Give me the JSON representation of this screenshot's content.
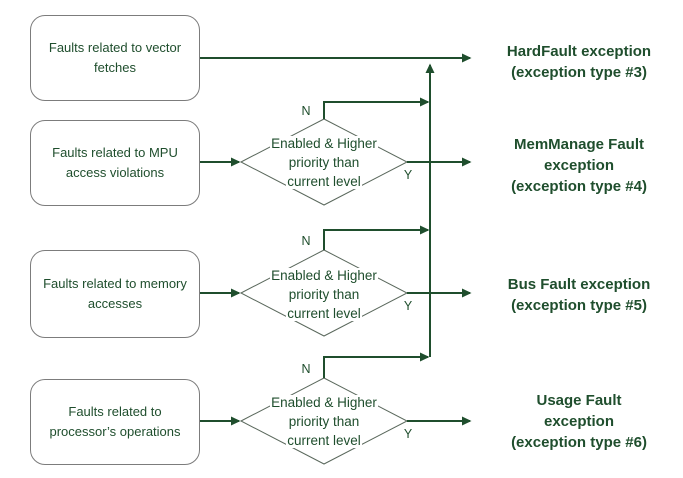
{
  "colors": {
    "diagram_green": "#1f4e2d",
    "box_border_gray": "#7c7c7c",
    "diamond_border_gray": "#5a685c",
    "background": "#ffffff"
  },
  "sources": [
    {
      "lines": [
        "Faults related to vector",
        "fetches"
      ]
    },
    {
      "lines": [
        "Faults related to MPU",
        "access violations"
      ]
    },
    {
      "lines": [
        "Faults related to memory",
        "accesses"
      ]
    },
    {
      "lines": [
        "Faults related to",
        "processor’s operations"
      ]
    }
  ],
  "decisions": [
    {
      "lines": [
        "Enabled & Higher",
        "priority than",
        "current level"
      ],
      "no_label": "N",
      "yes_label": "Y"
    },
    {
      "lines": [
        "Enabled & Higher",
        "priority than",
        "current level"
      ],
      "no_label": "N",
      "yes_label": "Y"
    },
    {
      "lines": [
        "Enabled & Higher",
        "priority than",
        "current level"
      ],
      "no_label": "N",
      "yes_label": "Y"
    }
  ],
  "exceptions": [
    {
      "lines": [
        "HardFault exception",
        "(exception type #3)"
      ]
    },
    {
      "lines": [
        "MemManage Fault",
        "exception",
        "(exception type #4)"
      ]
    },
    {
      "lines": [
        "Bus Fault exception",
        "(exception type #5)"
      ]
    },
    {
      "lines": [
        "Usage Fault",
        "exception",
        "(exception type #6)"
      ]
    }
  ]
}
